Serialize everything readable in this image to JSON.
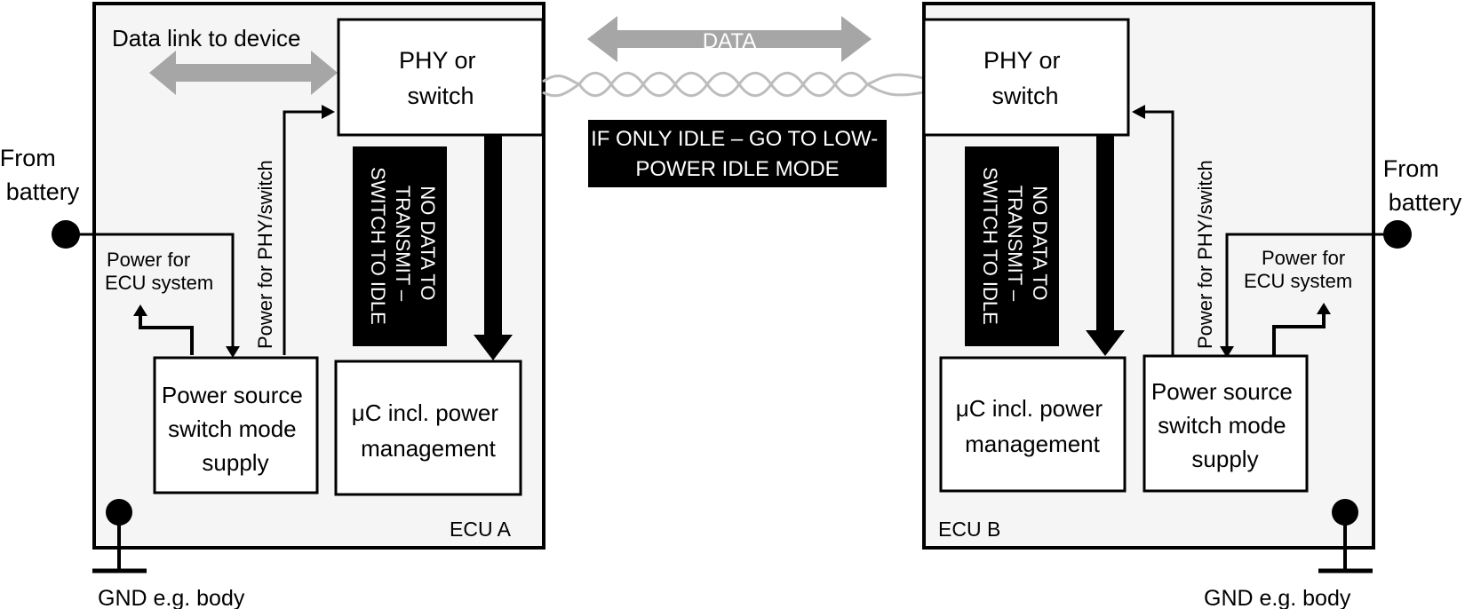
{
  "ecu_a": {
    "name": "ECU  A",
    "phy": [
      "PHY or",
      "switch"
    ],
    "data_link": "Data link to device",
    "power_phy": "Power for PHY/switch",
    "power_ecu": [
      "Power for",
      "ECU system"
    ],
    "psu": [
      "Power source",
      "switch mode",
      "supply"
    ],
    "mcu": [
      "μC incl. power",
      "management"
    ],
    "idle_note": [
      "NO DATA TO",
      "TRANSMIT –",
      "SWITCH TO IDLE"
    ],
    "battery": [
      "From",
      "battery"
    ],
    "gnd": "GND e.g. body"
  },
  "ecu_b": {
    "name": "ECU  B",
    "phy": [
      "PHY or",
      "switch"
    ],
    "power_phy": "Power for PHY/switch",
    "power_ecu": [
      "Power for",
      "ECU system"
    ],
    "psu": [
      "Power source",
      "switch mode",
      "supply"
    ],
    "mcu": [
      "μC incl. power",
      "management"
    ],
    "idle_note": [
      "NO DATA TO",
      "TRANSMIT –",
      "SWITCH TO IDLE"
    ],
    "battery": [
      "From",
      "battery"
    ],
    "gnd": "GND e.g. body"
  },
  "link": {
    "data": "DATA",
    "low_power_note": [
      "IF ONLY IDLE – GO TO LOW-",
      "POWER IDLE MODE"
    ]
  },
  "colors": {
    "ecu_fill": "#f5f5f5",
    "arrow_gray": "#a6a6a6",
    "note_fill": "#000000",
    "cable": "#bdbdbd"
  }
}
